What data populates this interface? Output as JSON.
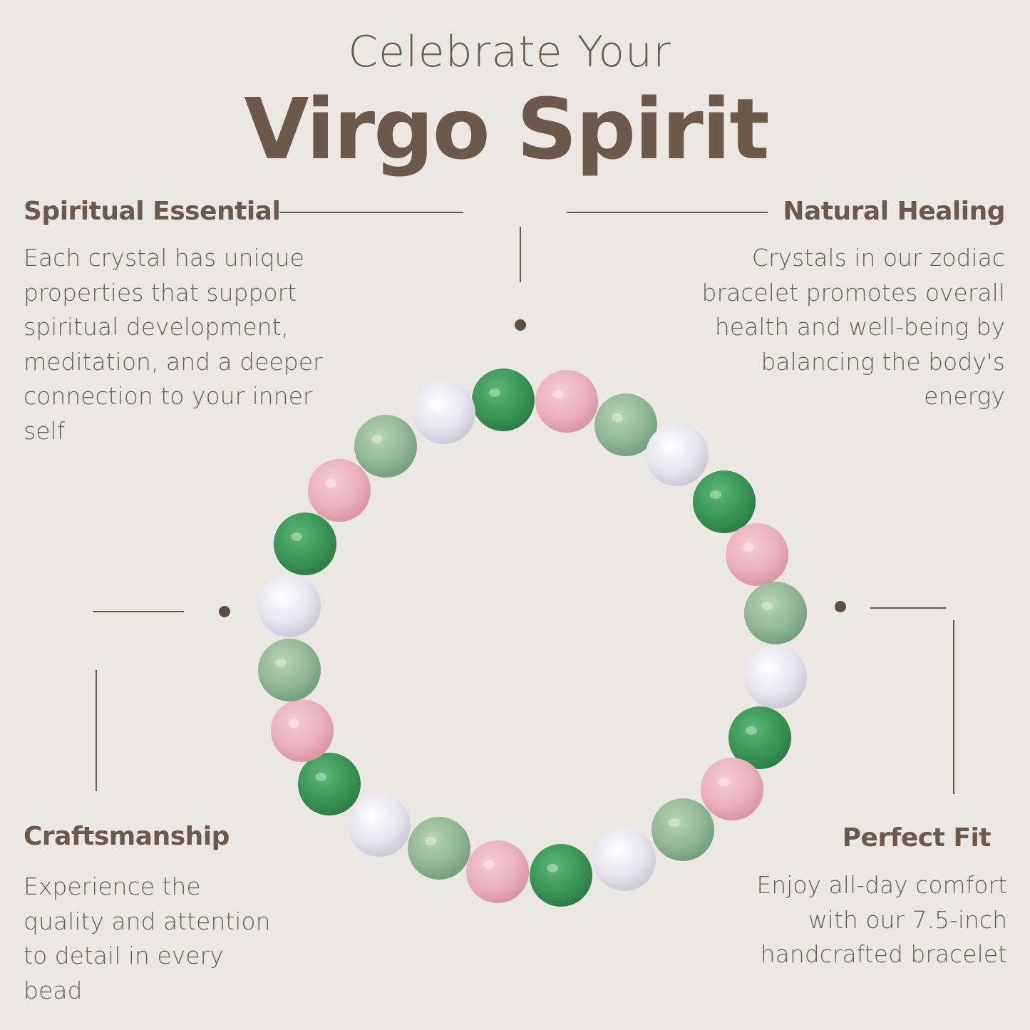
{
  "header": {
    "subtitle": "Celebrate Your",
    "title": "Virgo Spirit"
  },
  "features": [
    {
      "heading": "Spiritual Essential",
      "lines": [
        "Each crystal has unique",
        "properties that support",
        "spiritual development,",
        "meditation, and a deeper",
        "connection to your inner",
        "self"
      ]
    },
    {
      "heading": "Natural Healing",
      "lines": [
        "Crystals in our zodiac",
        "bracelet promotes overall",
        "health and well-being by",
        "balancing the body's",
        "energy"
      ]
    },
    {
      "heading": "Craftsmanship",
      "lines": [
        "Experience the",
        "quality and attention",
        "to detail in every",
        "bead"
      ]
    },
    {
      "heading": "Perfect Fit",
      "lines": [
        "Enjoy all-day comfort",
        "with our 7.5-inch",
        "handcrafted bracelet"
      ]
    }
  ],
  "colors": {
    "text": "#6b5a4b",
    "background": "#ebe8e4",
    "green": "#3f9a5a",
    "pink": "#e9b0bc",
    "amazonite": "#93b89a",
    "clear": "#e4e2ec"
  }
}
